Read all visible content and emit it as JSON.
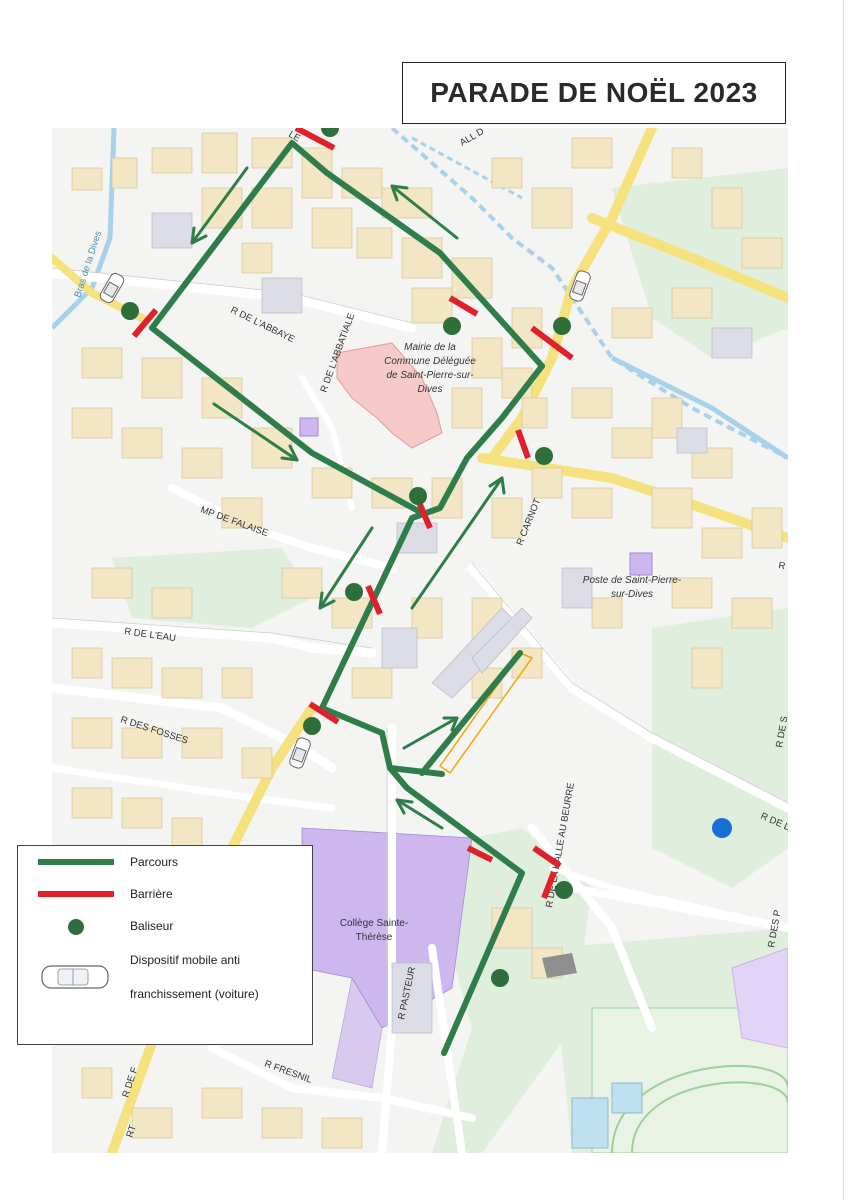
{
  "title": "PARADE DE NOËL 2023",
  "colors": {
    "route": "#2e7d4a",
    "barrier": "#e0202a",
    "marshal": "#2e6e3a",
    "building": "#f2e6c4",
    "building_edge": "#d8c79e",
    "road_major": "#f7e58a",
    "water": "#a9d3ea",
    "green_area": "#d9ead3",
    "school": "#c9b3ec",
    "townhall": "#f7c9c9",
    "sport_area": "#c8e6c9"
  },
  "streets": {
    "abbaye": "R DE L'ABBAYE",
    "abbatiale": "R DE L'ABBATIALE",
    "falaise": "MP DE FALAISE",
    "eau": "R DE L'EAU",
    "fosses": "R DES FOSSES",
    "carnot": "R CARNOT",
    "halle": "R DE LA HALLE AU BEURRE",
    "pasteur": "R PASTEUR",
    "fresnil": "R FRESNIL",
    "bras_dives": "Bras de la Dives",
    "partial_le": "LE",
    "partial_all": "ALL D",
    "partial_rde": "R DE F",
    "partial_rt": "RT",
    "partial_rdel": "R DE L'",
    "partial_rdes": "R DES P",
    "partial_r": "R",
    "partial_ruef": "R DE S"
  },
  "places": {
    "mairie": [
      "Mairie de la",
      "Commune Déléguée",
      "de Saint-Pierre-sur-",
      "Dives"
    ],
    "poste": [
      "Poste de Saint-Pierre-",
      "sur-Dives"
    ],
    "college": [
      "Collège Sainte-",
      "Thérèse"
    ]
  },
  "legend": {
    "route": "Parcours",
    "barrier": "Barrière",
    "marshal": "Baliseur",
    "vehicle_line1": "Dispositif mobile anti",
    "vehicle_line2": "franchissement (voiture)"
  }
}
